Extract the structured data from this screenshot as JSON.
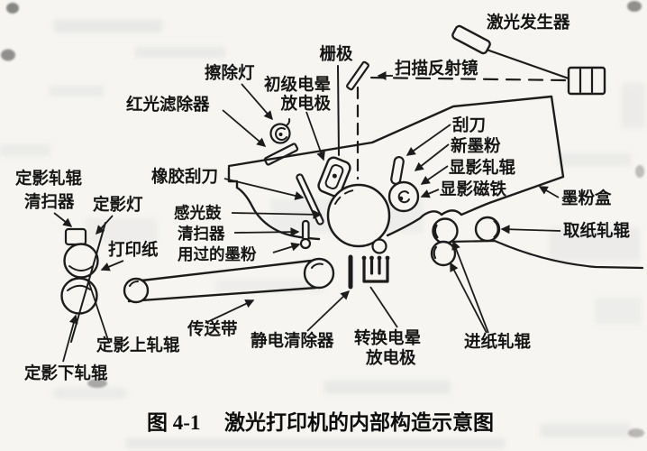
{
  "figure": {
    "caption": {
      "prefix": "图 4-1",
      "title": "激光打印机的内部构造示意图"
    },
    "labels": {
      "laser_generator": "激光发生器",
      "scan_mirror": "扫描反射镜",
      "grid_electrode": "栅极",
      "erase_lamp": "擦除灯",
      "primary_corona_line1": "初级电晕",
      "primary_corona_line2": "放电极",
      "red_filter": "红光滤除器",
      "blade": "刮刀",
      "new_toner": "新墨粉",
      "developing_roller": "显影轧辊",
      "developing_magnet": "显影磁铁",
      "toner_box": "墨粉盒",
      "rubber_blade": "橡胶刮刀",
      "fixing_roller_cleaner_line1": "定影轧辊",
      "fixing_roller_cleaner_line2": "清扫器",
      "fixing_lamp": "定影灯",
      "photosensitive_drum": "感光鼓",
      "drum_cleaner": "清扫器",
      "used_toner": "用过的墨粉",
      "print_paper": "打印纸",
      "pickup_roller": "取纸轧辊",
      "conveyor_belt": "传送带",
      "static_eliminator": "静电清除器",
      "transfer_corona_line1": "转换电晕",
      "transfer_corona_line2": "放电极",
      "feed_roller": "进纸轧辊",
      "upper_fixing_roller": "定影上轧辊",
      "lower_fixing_roller": "定影下轧辊"
    },
    "colors": {
      "ink": "#1c1c1c",
      "paper": "#f6f5f1"
    }
  }
}
